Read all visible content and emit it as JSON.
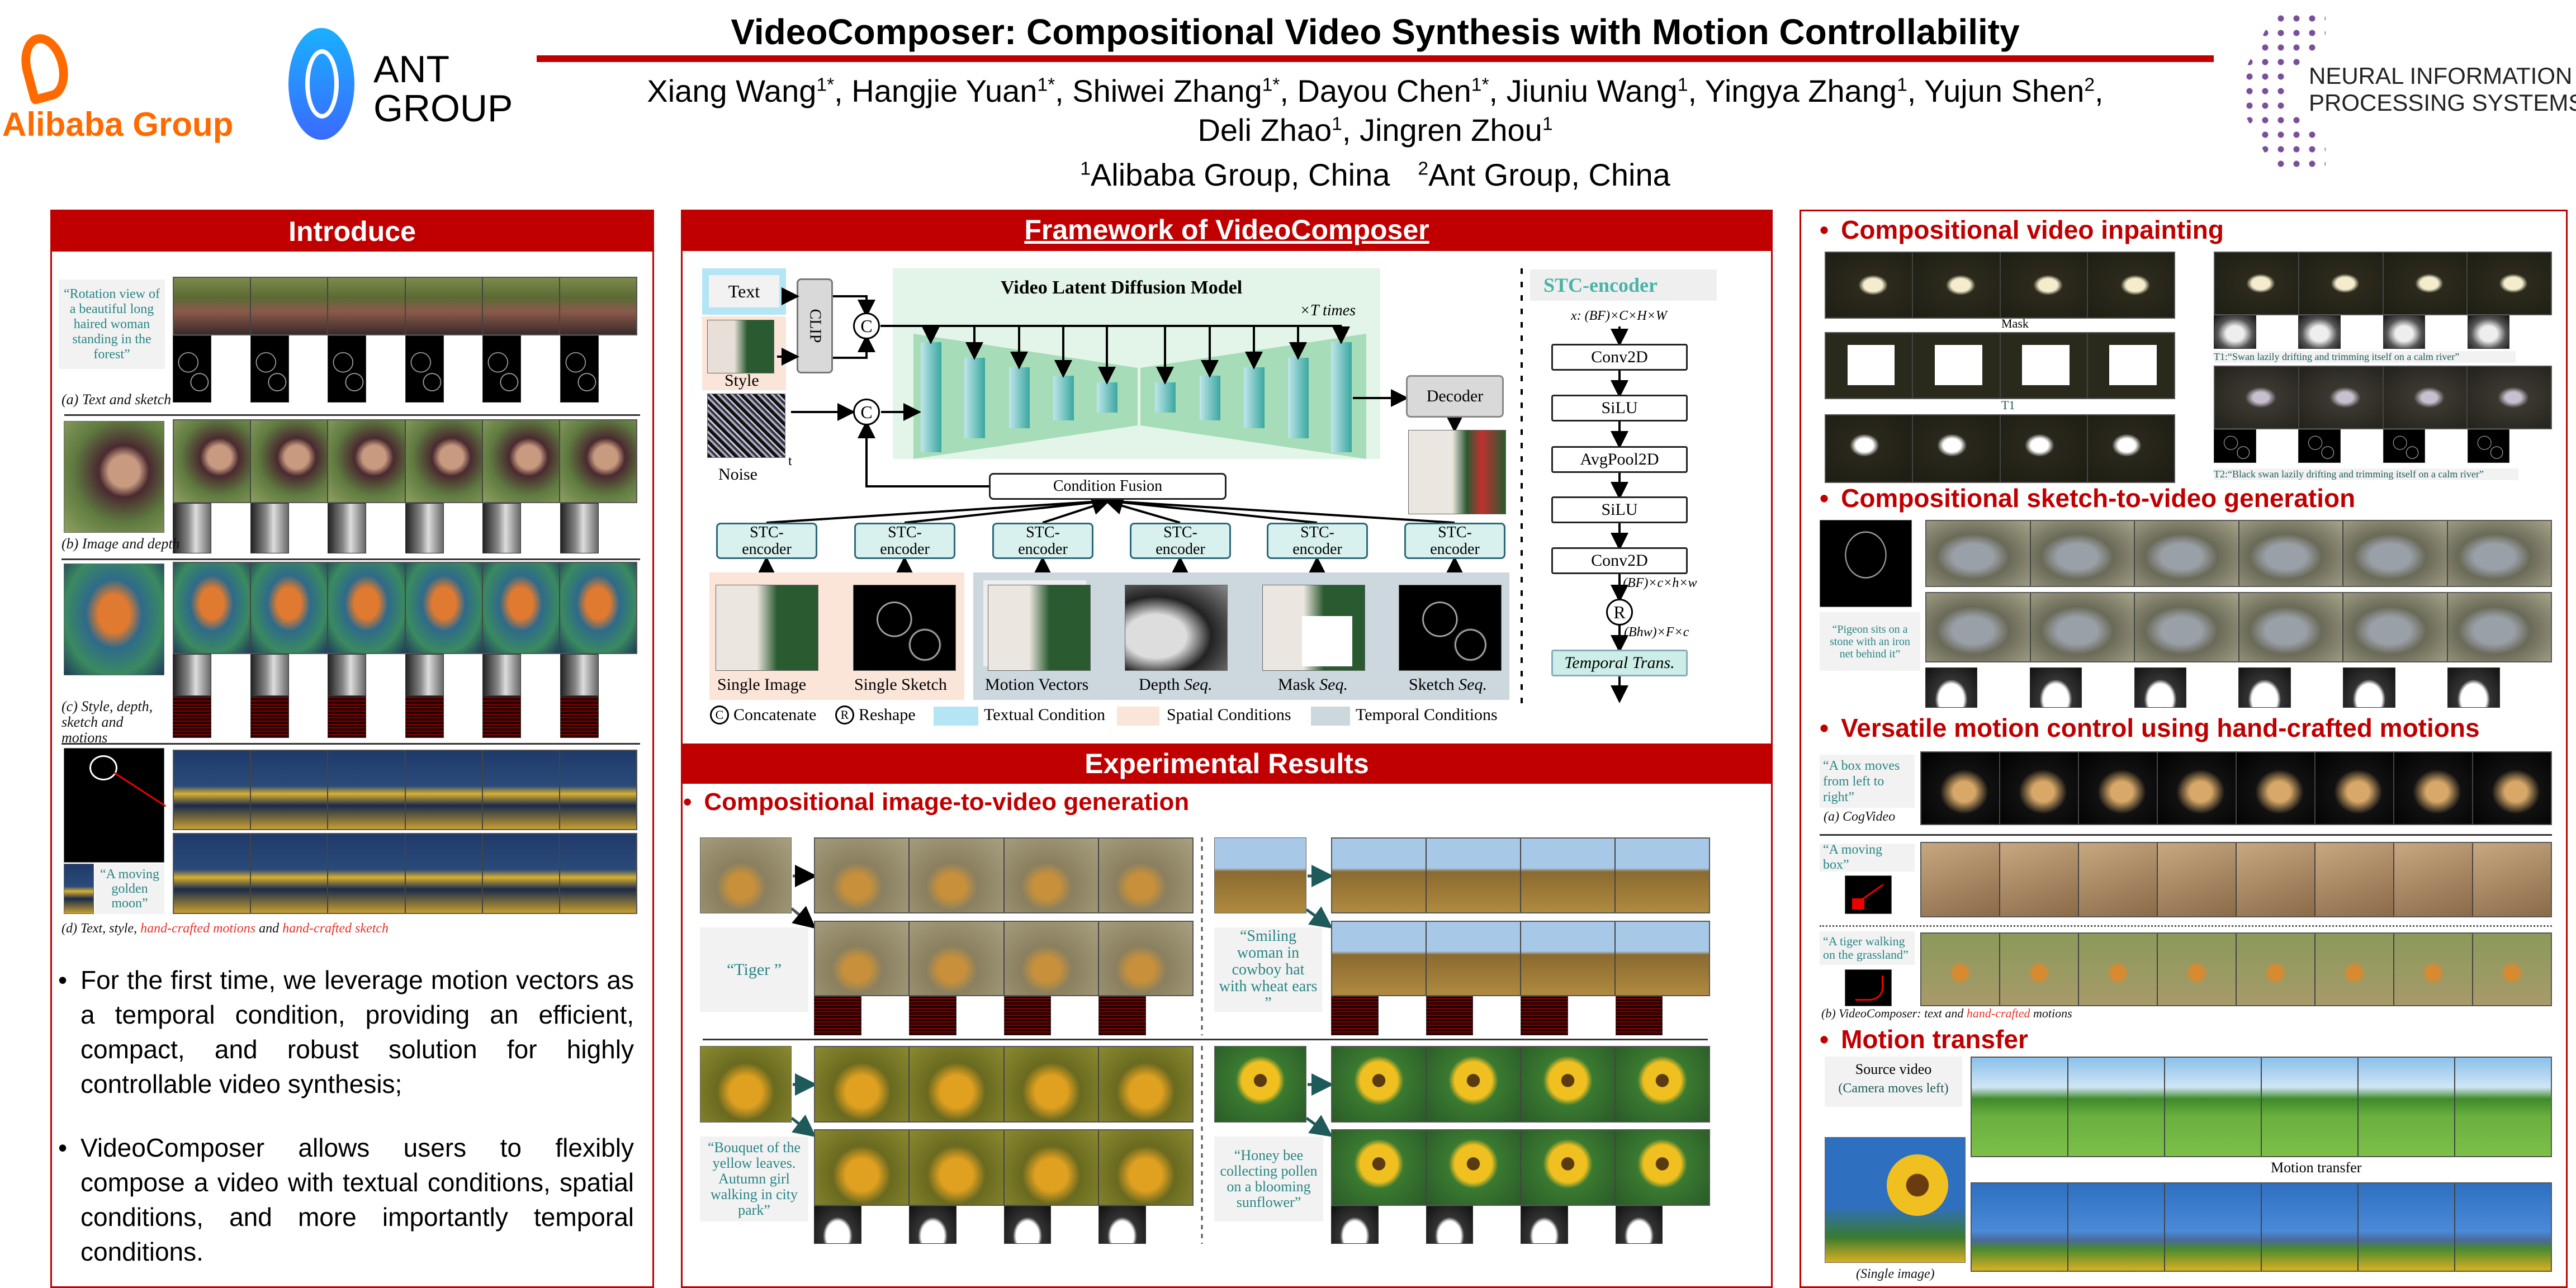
{
  "header": {
    "title": "VideoComposer: Compositional Video Synthesis with Motion Controllability",
    "authors": [
      {
        "name": "Xiang Wang",
        "sup": "1*",
        "sep": ", "
      },
      {
        "name": "Hangjie Yuan",
        "sup": "1*",
        "sep": ", "
      },
      {
        "name": "Shiwei Zhang",
        "sup": "1*",
        "sep": ", "
      },
      {
        "name": "Dayou Chen",
        "sup": "1*",
        "sep": ", "
      },
      {
        "name": "Jiuniu Wang",
        "sup": "1",
        "sep": ", "
      },
      {
        "name": "Yingya Zhang",
        "sup": "1",
        "sep": ", "
      },
      {
        "name": "Yujun Shen",
        "sup": "2",
        "sep": ","
      },
      {
        "name": "Deli Zhao",
        "sup": "1",
        "sep": ", "
      },
      {
        "name": "Jingren Zhou",
        "sup": "1",
        "sep": ""
      }
    ],
    "affiliations": [
      {
        "sup": "1",
        "name": "Alibaba Group, China"
      },
      {
        "sup": "2",
        "name": "Ant Group, China"
      }
    ],
    "logos": {
      "alibaba": "Alibaba Group",
      "alibaba_color": "#ff6a00",
      "ant_line1": "ANT",
      "ant_line2": "GROUP",
      "ant_color": "#1677ff",
      "neurips_line1": "NEURAL INFORMATION",
      "neurips_line2": "PROCESSING SYSTEMS",
      "neurips_color": "#7a4e9a"
    }
  },
  "colors": {
    "accent": "#c00000",
    "caption_teal": "#2a8585"
  },
  "introduce": {
    "title": "Introduce",
    "examples": [
      {
        "quote": "“Rotation view of a beautiful long haired woman standing in the forest”",
        "caption": "(a) Text and sketch"
      },
      {
        "caption": "(b) Image and depth"
      },
      {
        "caption": "(c) Style, depth, sketch and motions"
      },
      {
        "quote": "“A moving golden moon”",
        "caption_prefix": "(d) Text, style, ",
        "caption_red1": "hand-crafted motions",
        "caption_mid": " and ",
        "caption_red2": "hand-crafted sketch"
      }
    ],
    "bullets": [
      "For the first time, we leverage motion vectors as a temporal condition, providing an efficient, compact, and robust solution for highly controllable video synthesis;",
      "VideoComposer allows users to flexibly compose a video with textual conditions, spatial conditions, and more importantly temporal conditions."
    ]
  },
  "framework": {
    "title": "Framework of VideoComposer",
    "inputs": {
      "text": "Text",
      "style": "Style",
      "noise": "Noise",
      "clip": "CLIP",
      "t": "t"
    },
    "vldm_title": "Video Latent Diffusion Model",
    "times": "×T times",
    "decoder": "Decoder",
    "concat_symbol": "C",
    "reshape_symbol": "R",
    "condition_fusion": "Condition Fusion",
    "stc_label_1": "STC-",
    "stc_label_2": "encoder",
    "conditions": [
      {
        "label": "Single Image"
      },
      {
        "label": "Single Sketch"
      },
      {
        "label": "Motion Vectors"
      },
      {
        "label": "Depth ",
        "italic": "Seq."
      },
      {
        "label": "Mask ",
        "italic": "Seq."
      },
      {
        "label": "Sketch ",
        "italic": "Seq."
      }
    ],
    "legend": {
      "concatenate": "Concatenate",
      "reshape": "Reshape",
      "textual": "Textual Condition",
      "spatial": "Spatial Conditions",
      "temporal": "Temporal Conditions",
      "textual_color": "#b3e5f5",
      "spatial_color": "#fbe5d9",
      "temporal_color": "#cdd8de"
    },
    "stc_encoder": {
      "title": "STC-encoder",
      "input_shape": "x: (BF)×C×H×W",
      "layers": [
        "Conv2D",
        "SiLU",
        "AvgPool2D",
        "SiLU",
        "Conv2D"
      ],
      "shape_after_conv": "(BF)×c×h×w",
      "shape_after_reshape": "(Bhw)×F×c",
      "temporal": "Temporal Trans."
    }
  },
  "results": {
    "title": "Experimental Results",
    "i2v_heading": "Compositional image-to-video generation",
    "i2v_quotes": [
      "“Tiger ”",
      "“Smiling woman in cowboy hat with wheat ears ”",
      "“Bouquet of the yellow leaves. Autumn girl walking in city park”",
      "“Honey bee collecting pollen on a blooming sunflower”"
    ]
  },
  "right": {
    "inpainting": {
      "heading": "Compositional video inpainting",
      "mask_label": "Mask",
      "t1_label": "T1",
      "t1_caption": "T1:“Swan lazily drifting and trimming itself on a calm river”",
      "t2_caption": "T2:“Black swan lazily drifting and trimming itself on a calm river”"
    },
    "sketch": {
      "heading": "Compositional sketch-to-video generation",
      "quote": "“Pigeon sits on a stone with an iron net behind it”"
    },
    "motion": {
      "heading": "Versatile motion control using hand-crafted motions",
      "quote_a": "“A box moves from left to right”",
      "caption_a": "(a) CogVideo",
      "quote_b": "“A moving box”",
      "quote_c": "“A tiger walking on the grassland”",
      "caption_b_prefix": "(b) VideoComposer: text and ",
      "caption_b_red": "hand-crafted",
      "caption_b_suffix": " motions"
    },
    "transfer": {
      "heading": "Motion transfer",
      "source_title": "Source video",
      "source_note": "(Camera moves left)",
      "arrow_label": "Motion transfer",
      "single_image": "(Single image)"
    },
    "bullet": "•"
  }
}
